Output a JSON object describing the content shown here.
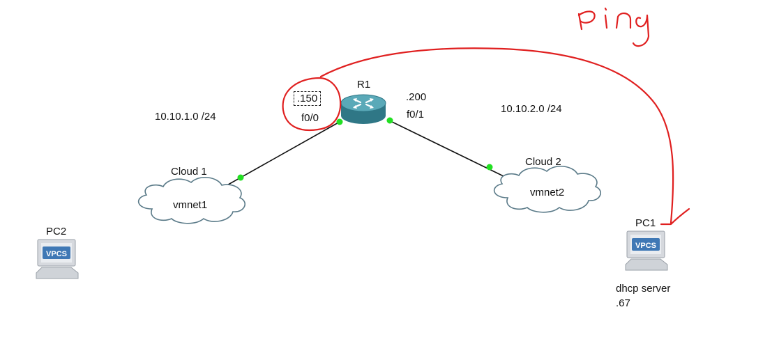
{
  "router": {
    "name": "R1",
    "left_ip": ".150",
    "left_iface": "f0/0",
    "right_ip": ".200",
    "right_iface": "f0/1"
  },
  "networks": {
    "left": "10.10.1.0 /24",
    "right": "10.10.2.0 /24"
  },
  "clouds": [
    {
      "name": "Cloud 1",
      "adapter": "vmnet1"
    },
    {
      "name": "Cloud 2",
      "adapter": "vmnet2"
    }
  ],
  "hosts": [
    {
      "name": "PC2",
      "badge": "VPCS"
    },
    {
      "name": "PC1",
      "badge": "VPCS",
      "role": "dhcp server",
      "ip": ".67"
    }
  ],
  "annotation": {
    "text": "ping",
    "color": "#e02020"
  },
  "colors": {
    "link_dot": "#22e022",
    "router_body": "#3e8f9e",
    "vpcs_badge": "#3f78b5",
    "cloud_stroke": "#5a7a88"
  }
}
